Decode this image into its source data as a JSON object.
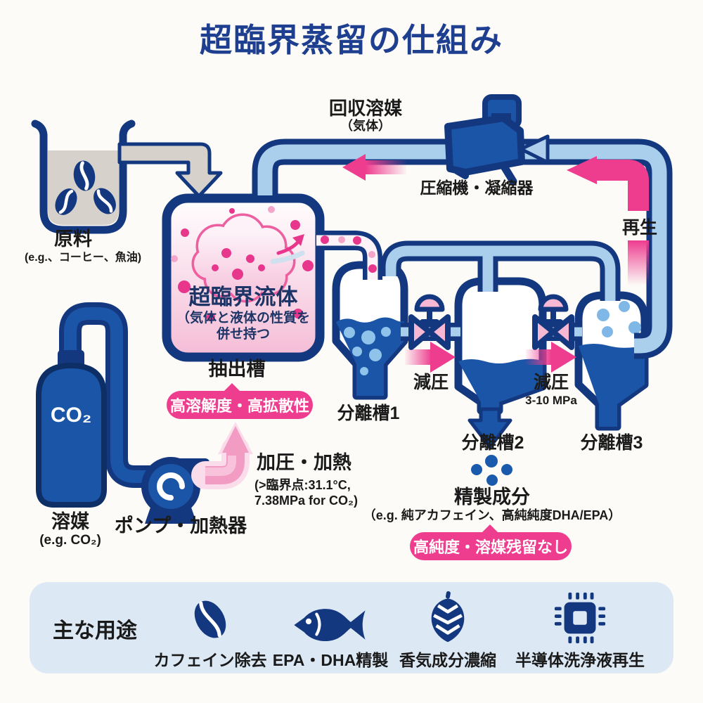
{
  "title": "超臨界蒸留の仕組み",
  "nodes": {
    "recovered": {
      "label": "回収溶媒",
      "sub": "（気体）"
    },
    "compressor": {
      "label": "圧縮機・凝縮器"
    },
    "regen": {
      "label": "再生"
    },
    "feedstock": {
      "label": "原料",
      "examples": "(e.g.、コーヒー、魚油)"
    },
    "extractor": {
      "fluid": "超臨界流体",
      "fluid_note1": "（気体と液体の性質を",
      "fluid_note2": "併せ持つ",
      "label": "抽出槽",
      "badge": "高溶解度・高拡散性"
    },
    "solvent": {
      "tank": "CO₂",
      "label": "溶媒",
      "examples": "(e.g. CO₂)"
    },
    "pump": {
      "label": "ポンプ・加熱器"
    },
    "heat": {
      "label": "加圧・加熱",
      "note1": "(>臨界点:31.1°C,",
      "note2": "7.38MPa for CO₂)"
    },
    "separator1": {
      "label": "分離槽1",
      "valve": "減圧"
    },
    "separator2": {
      "label": "分離槽2",
      "valve": "減圧",
      "valve_note": "3-10 MPa"
    },
    "separator3": {
      "label": "分離槽3"
    },
    "product": {
      "label": "精製成分",
      "examples": "（e.g. 純アカフェイン、高純純度DHA/EPA）",
      "badge": "高純度・溶媒残留なし"
    }
  },
  "applications": {
    "title": "主な用途",
    "items": [
      {
        "icon": "coffee-bean-icon",
        "label": "カフェイン除去"
      },
      {
        "icon": "fish-icon",
        "label": "EPA・DHA精製"
      },
      {
        "icon": "hop-icon",
        "label": "香気成分濃縮"
      },
      {
        "icon": "chip-icon",
        "label": "半導体洗浄液再生"
      }
    ]
  },
  "colors": {
    "navy": "#14387f",
    "blue": "#1a55a8",
    "light_blue": "#aacfec",
    "pink": "#ee3d8f",
    "light_pink": "#f6b8d3",
    "gray": "#d6d2cb",
    "bar_bg": "#dce9f5",
    "title_navy": "#1e3f8f"
  }
}
